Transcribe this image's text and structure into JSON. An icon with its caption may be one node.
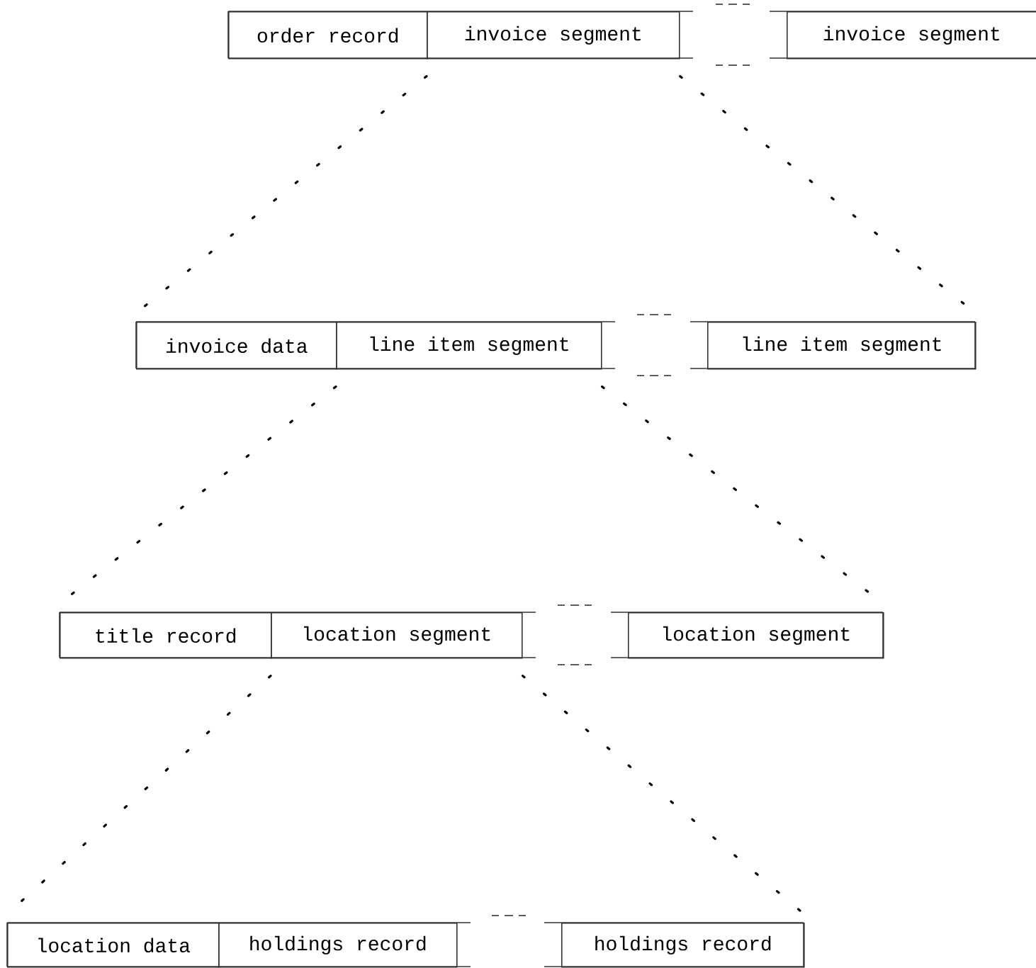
{
  "diagram": {
    "nodes": [
      {
        "text": [],
        "shape": "box"
      },
      {
        "text": [
          "order record"
        ],
        "in": 0
      },
      {
        "text": [
          "invoice segment"
        ],
        "in": 0
      },
      {
        "text": [
          "invoice segment"
        ],
        "in": 0
      },
      {
        "text": [],
        "shape": "box"
      },
      {
        "text": [
          "invoice data"
        ],
        "in": 4
      },
      {
        "text": [
          "line item segment"
        ],
        "in": 4
      },
      {
        "text": [
          "line item segment"
        ],
        "in": 4
      },
      {
        "text": [],
        "shape": "box"
      },
      {
        "text": [
          "title record"
        ],
        "in": 8
      },
      {
        "text": [
          "location segment"
        ],
        "in": 8
      },
      {
        "text": [
          "location segment"
        ],
        "in": 8
      },
      {
        "text": [],
        "shape": "box"
      },
      {
        "text": [
          "location data"
        ],
        "in": 12
      },
      {
        "text": [
          "holdings record"
        ],
        "in": 12
      },
      {
        "text": [
          "holdings record"
        ],
        "in": 12
      }
    ],
    "edges": [
      {
        "from": 2,
        "to": 4,
        "arrow": "none",
        "style": "dashed"
      },
      {
        "from": 2,
        "to": 4,
        "arrow": "none",
        "style": "dashed"
      },
      {
        "from": 6,
        "to": 8,
        "arrow": "none",
        "style": "dashed"
      },
      {
        "from": 6,
        "to": 8,
        "arrow": "none",
        "style": "dashed"
      },
      {
        "from": 10,
        "to": 12,
        "arrow": "none",
        "style": "dashed"
      },
      {
        "from": 10,
        "to": 12,
        "arrow": "none",
        "style": "dashed"
      }
    ]
  }
}
